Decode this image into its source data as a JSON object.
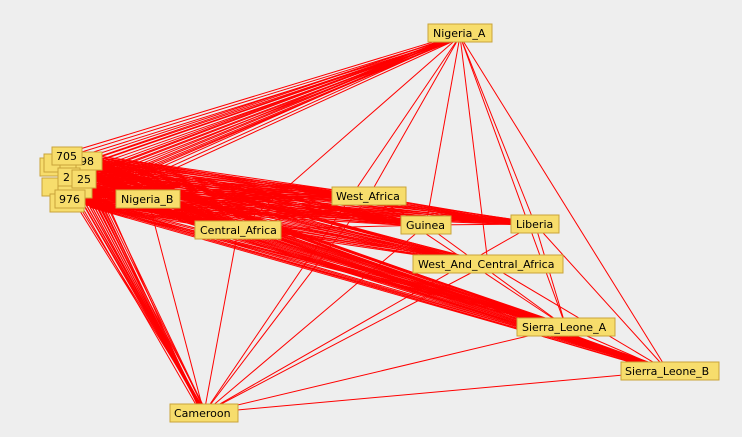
{
  "colors": {
    "background": "#eeeeee",
    "edge": "#ff0000",
    "node_fill": "#f7dd6c",
    "node_border": "#c9a43a"
  },
  "nodes": [
    {
      "id": "nigeria_a",
      "label": "Nigeria_A"
    },
    {
      "id": "nigeria_b",
      "label": "Nigeria_B"
    },
    {
      "id": "west_africa",
      "label": "West_Africa"
    },
    {
      "id": "central_africa",
      "label": "Central_Africa"
    },
    {
      "id": "guinea",
      "label": "Guinea"
    },
    {
      "id": "liberia",
      "label": "Liberia"
    },
    {
      "id": "west_and_central_africa",
      "label": "West_And_Central_Africa"
    },
    {
      "id": "sierra_leone_a",
      "label": "Sierra_Leone_A"
    },
    {
      "id": "sierra_leone_b",
      "label": "Sierra_Leone_B"
    },
    {
      "id": "cameroon",
      "label": "Cameroon"
    }
  ],
  "cluster_labels": [
    "705",
    "98",
    "2",
    "25",
    "976"
  ]
}
